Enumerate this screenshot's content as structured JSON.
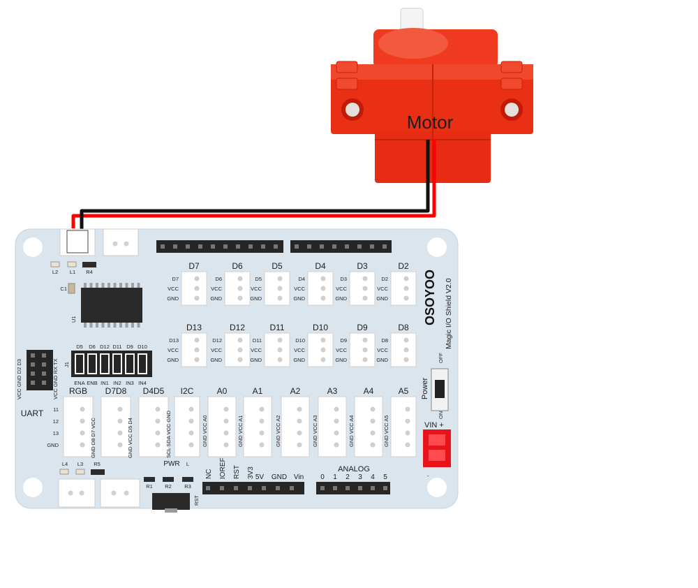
{
  "colors": {
    "board": "#dbe5ee",
    "motor": "#ec2a16",
    "wire_black": "#111111",
    "wire_red": "#ff0000",
    "header": "#262626",
    "port": "#ffffff",
    "power_port": "#e8141a"
  },
  "motor": {
    "label": "Motor"
  },
  "board": {
    "brand": "OSOYOO",
    "title": "Magic I/O Shield V2.0",
    "top_labels": {
      "l2": "L2",
      "l1": "L1",
      "r4": "R4",
      "c1": "C1",
      "u1": "U1"
    },
    "digital_top": [
      {
        "name": "D7",
        "pins": [
          "D7",
          "VCC",
          "GND"
        ]
      },
      {
        "name": "D6",
        "pins": [
          "D6",
          "VCC",
          "GND"
        ]
      },
      {
        "name": "D5",
        "pins": [
          "D5",
          "VCC",
          "GND"
        ]
      },
      {
        "name": "D4",
        "pins": [
          "D4",
          "VCC",
          "GND"
        ]
      },
      {
        "name": "D3",
        "pins": [
          "D3",
          "VCC",
          "GND"
        ]
      },
      {
        "name": "D2",
        "pins": [
          "D2",
          "VCC",
          "GND"
        ]
      }
    ],
    "digital_bottom": [
      {
        "name": "D13",
        "pins": [
          "D13",
          "VCC",
          "GND"
        ]
      },
      {
        "name": "D12",
        "pins": [
          "D12",
          "VCC",
          "GND"
        ]
      },
      {
        "name": "D11",
        "pins": [
          "D11",
          "VCC",
          "GND"
        ]
      },
      {
        "name": "D10",
        "pins": [
          "D10",
          "VCC",
          "GND"
        ]
      },
      {
        "name": "D9",
        "pins": [
          "D9",
          "VCC",
          "GND"
        ]
      },
      {
        "name": "D8",
        "pins": [
          "D8",
          "VCC",
          "GND"
        ]
      }
    ],
    "uart": {
      "label": "UART",
      "pins": "VCC GND D2 D3",
      "pins2": "VCC GND RX TX"
    },
    "j1": {
      "label": "J1",
      "top": [
        "D5",
        "D6",
        "D12",
        "D11",
        "D9",
        "D10"
      ],
      "bottom": [
        "ENA",
        "ENB",
        "IN1",
        "IN2",
        "IN3",
        "IN4"
      ]
    },
    "lower_ports": [
      {
        "name": "RGB"
      },
      {
        "name": "D7D8"
      },
      {
        "name": "D4D5"
      },
      {
        "name": "I2C"
      },
      {
        "name": "A0"
      },
      {
        "name": "A1"
      },
      {
        "name": "A2"
      },
      {
        "name": "A3"
      },
      {
        "name": "A4"
      },
      {
        "name": "A5"
      }
    ],
    "rgb_pins": [
      "11",
      "12",
      "13",
      "GND"
    ],
    "d7d8_pins": "GND D8 D7 VCC",
    "d4d5_pins": "GND VCC D5 D4",
    "i2c_pins": "SCL SDA VCC GND",
    "analog_pins": [
      "GND VCC A0",
      "GND VCC A1",
      "GND VCC A2",
      "GND VCC A3",
      "GND VCC A4",
      "GND VCC A5"
    ],
    "power": {
      "label": "Power",
      "off": "OFF",
      "on": "ON",
      "vin": "VIN +",
      "minus": "-"
    },
    "bottom_labels": {
      "l4": "L4",
      "l3": "L3",
      "r5": "R5",
      "pwr": "PWR",
      "r1": "R1",
      "r2": "R2",
      "r3": "R3",
      "l": "L",
      "rst": "RST"
    },
    "power_header": [
      "NC",
      "IOREF",
      "RST",
      "3V3",
      "5V",
      "GND",
      "Vin"
    ],
    "analog_header": {
      "label": "ANALOG",
      "pins": [
        "0",
        "1",
        "2",
        "3",
        "4",
        "5"
      ]
    }
  }
}
